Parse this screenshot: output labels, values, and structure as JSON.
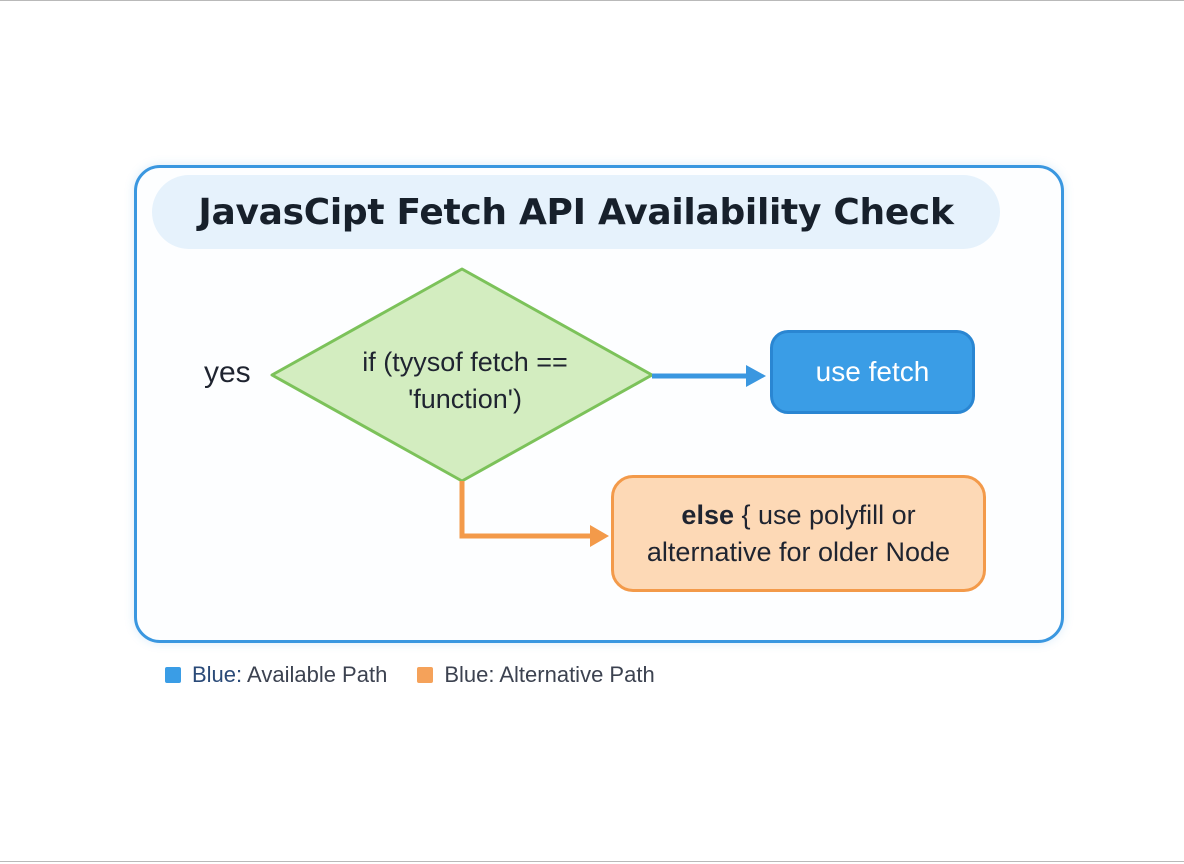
{
  "title": "JavasCipt Fetch API Availability Check",
  "decision": {
    "line1": "if (tyysof fetch ==",
    "line2": "'function')",
    "side_label": "yes"
  },
  "available_node": {
    "label": "use fetch"
  },
  "alternative_node": {
    "keyword": "else",
    "line1_rest": " { use polyfill or",
    "line2": "alternative for older Node"
  },
  "legend": [
    {
      "prefix": "Blue:",
      "text": " Available Path",
      "color": "#3a9de6"
    },
    {
      "prefix": "Blue:",
      "text": " Alternative Path",
      "color": "#f5a25a"
    }
  ],
  "colors": {
    "frame": "#3a97e0",
    "decision_fill": "#d3edc0",
    "decision_stroke": "#7cc25a",
    "available": "#3a9de6",
    "alternative_fill": "#fdd9b6",
    "alternative_stroke": "#f39a4a"
  }
}
